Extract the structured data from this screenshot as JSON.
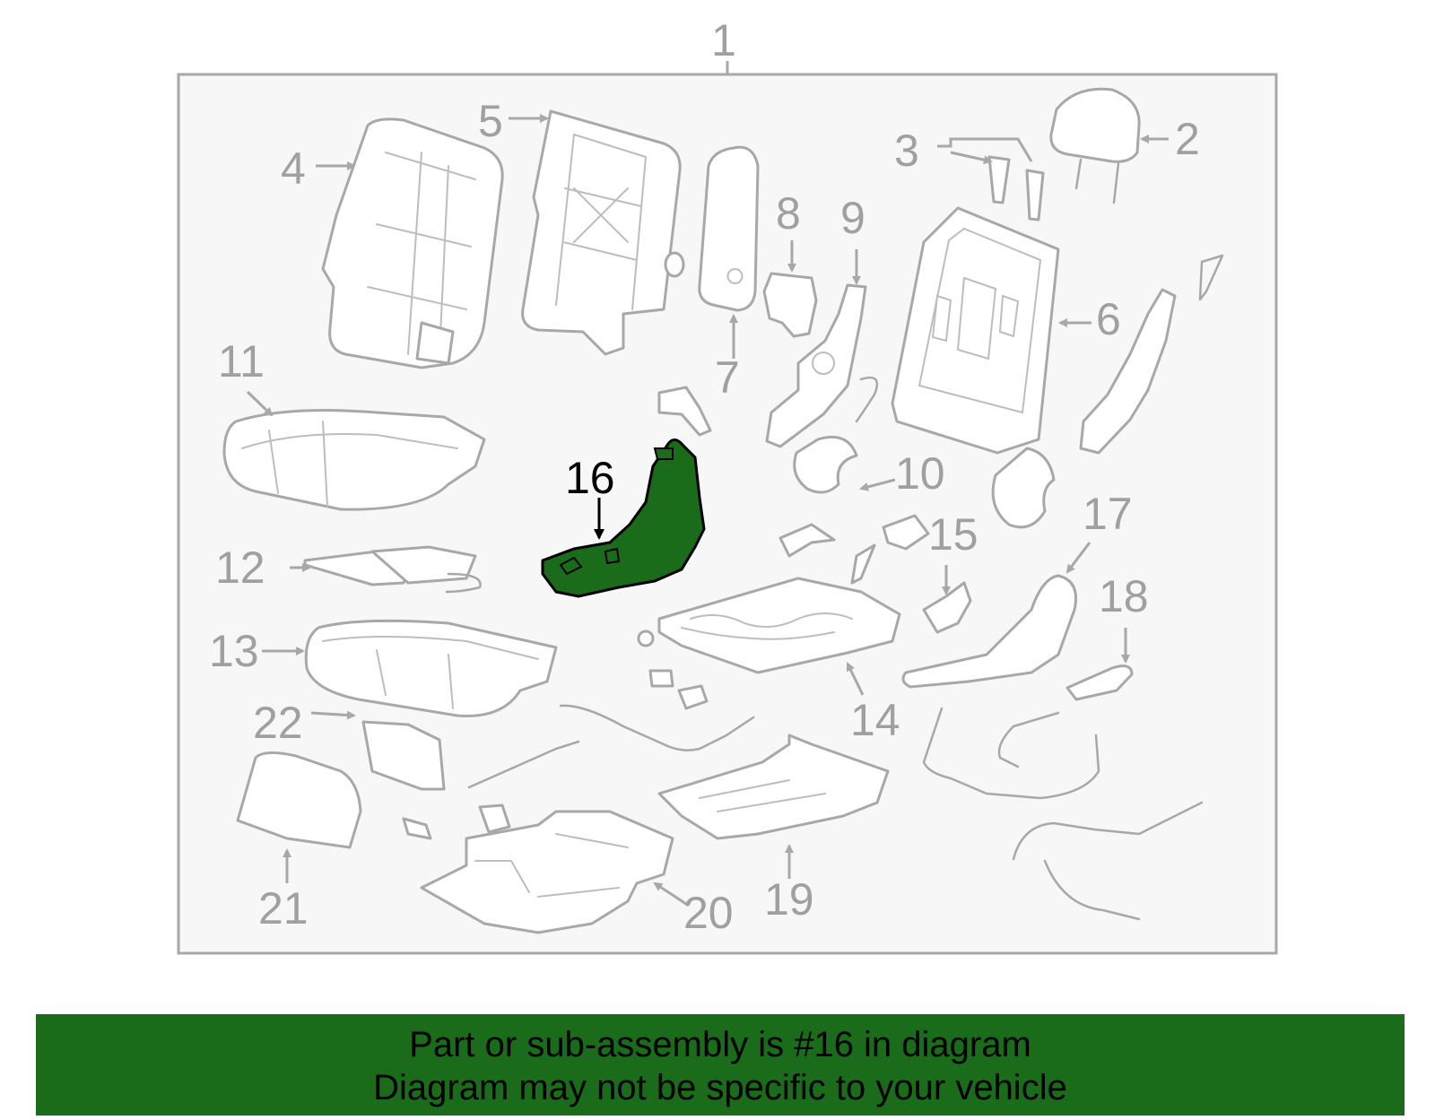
{
  "callouts": {
    "c1": "1",
    "c2": "2",
    "c3": "3",
    "c4": "4",
    "c5": "5",
    "c6": "6",
    "c7": "7",
    "c8": "8",
    "c9": "9",
    "c10": "10",
    "c11": "11",
    "c12": "12",
    "c13": "13",
    "c14": "14",
    "c15": "15",
    "c16": "16",
    "c17": "17",
    "c18": "18",
    "c19": "19",
    "c20": "20",
    "c21": "21",
    "c22": "22"
  },
  "highlight": {
    "part": "16",
    "color": "#1a6b1a"
  },
  "banner": {
    "line1": "Part or sub-assembly is #16 in diagram",
    "line2": "Diagram may not be specific to your vehicle",
    "background": "#1a6b1a"
  }
}
